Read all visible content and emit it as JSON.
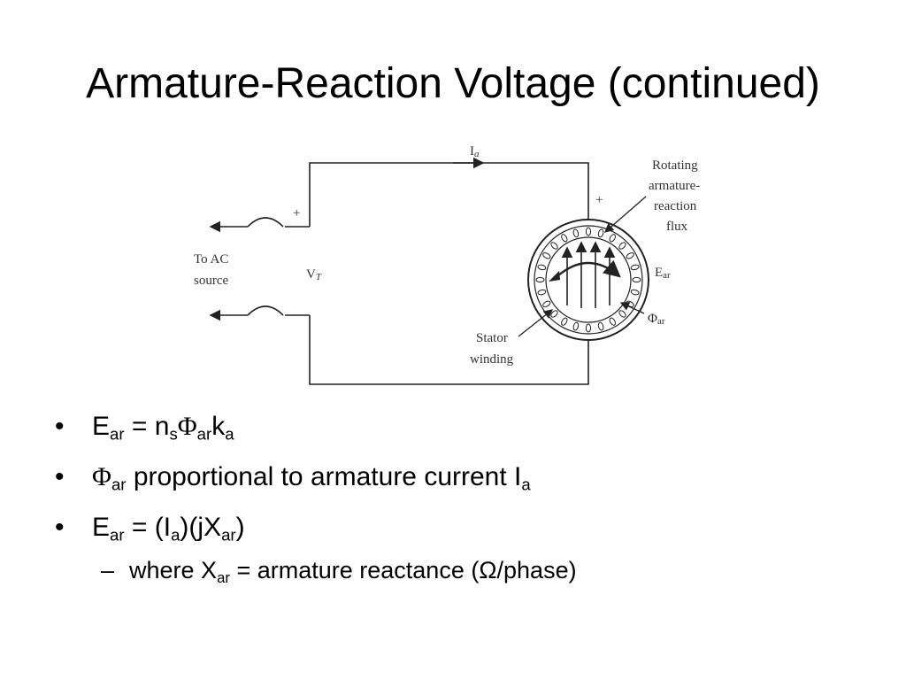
{
  "slide": {
    "title": "Armature-Reaction Voltage (continued)"
  },
  "diagram": {
    "current_label": "I",
    "current_sub": "a",
    "plus_left": "+",
    "plus_right": "+",
    "source_line1": "To AC",
    "source_line2": "source",
    "vt_label": "V",
    "vt_sub": "T",
    "flux_line1": "Rotating",
    "flux_line2": "armature-",
    "flux_line3": "reaction",
    "flux_line4": "flux",
    "ear_label": "E",
    "ear_sub": "ar",
    "phiar_label": "Φ",
    "phiar_sub": "ar",
    "stator_line1": "Stator",
    "stator_line2": "winding"
  },
  "bullets": {
    "marker": "•",
    "sub_marker": "–",
    "b1": {
      "E": "E",
      "ar1": "ar",
      "eq": " = n",
      "s": "s",
      "phi": "Φ",
      "ar2": "ar",
      "k": "k",
      "a": "a"
    },
    "b2": {
      "phi": "Φ",
      "ar": "ar",
      "text": " proportional to armature current I",
      "a": "a"
    },
    "b3": {
      "E": "E",
      "ar1": "ar",
      "eq": " = (I",
      "a": "a",
      "mid": ")(jX",
      "ar2": "ar",
      "end": ")"
    },
    "s1": {
      "pre": "where X",
      "ar": "ar",
      "post": " = armature reactance (Ω/phase)"
    }
  }
}
